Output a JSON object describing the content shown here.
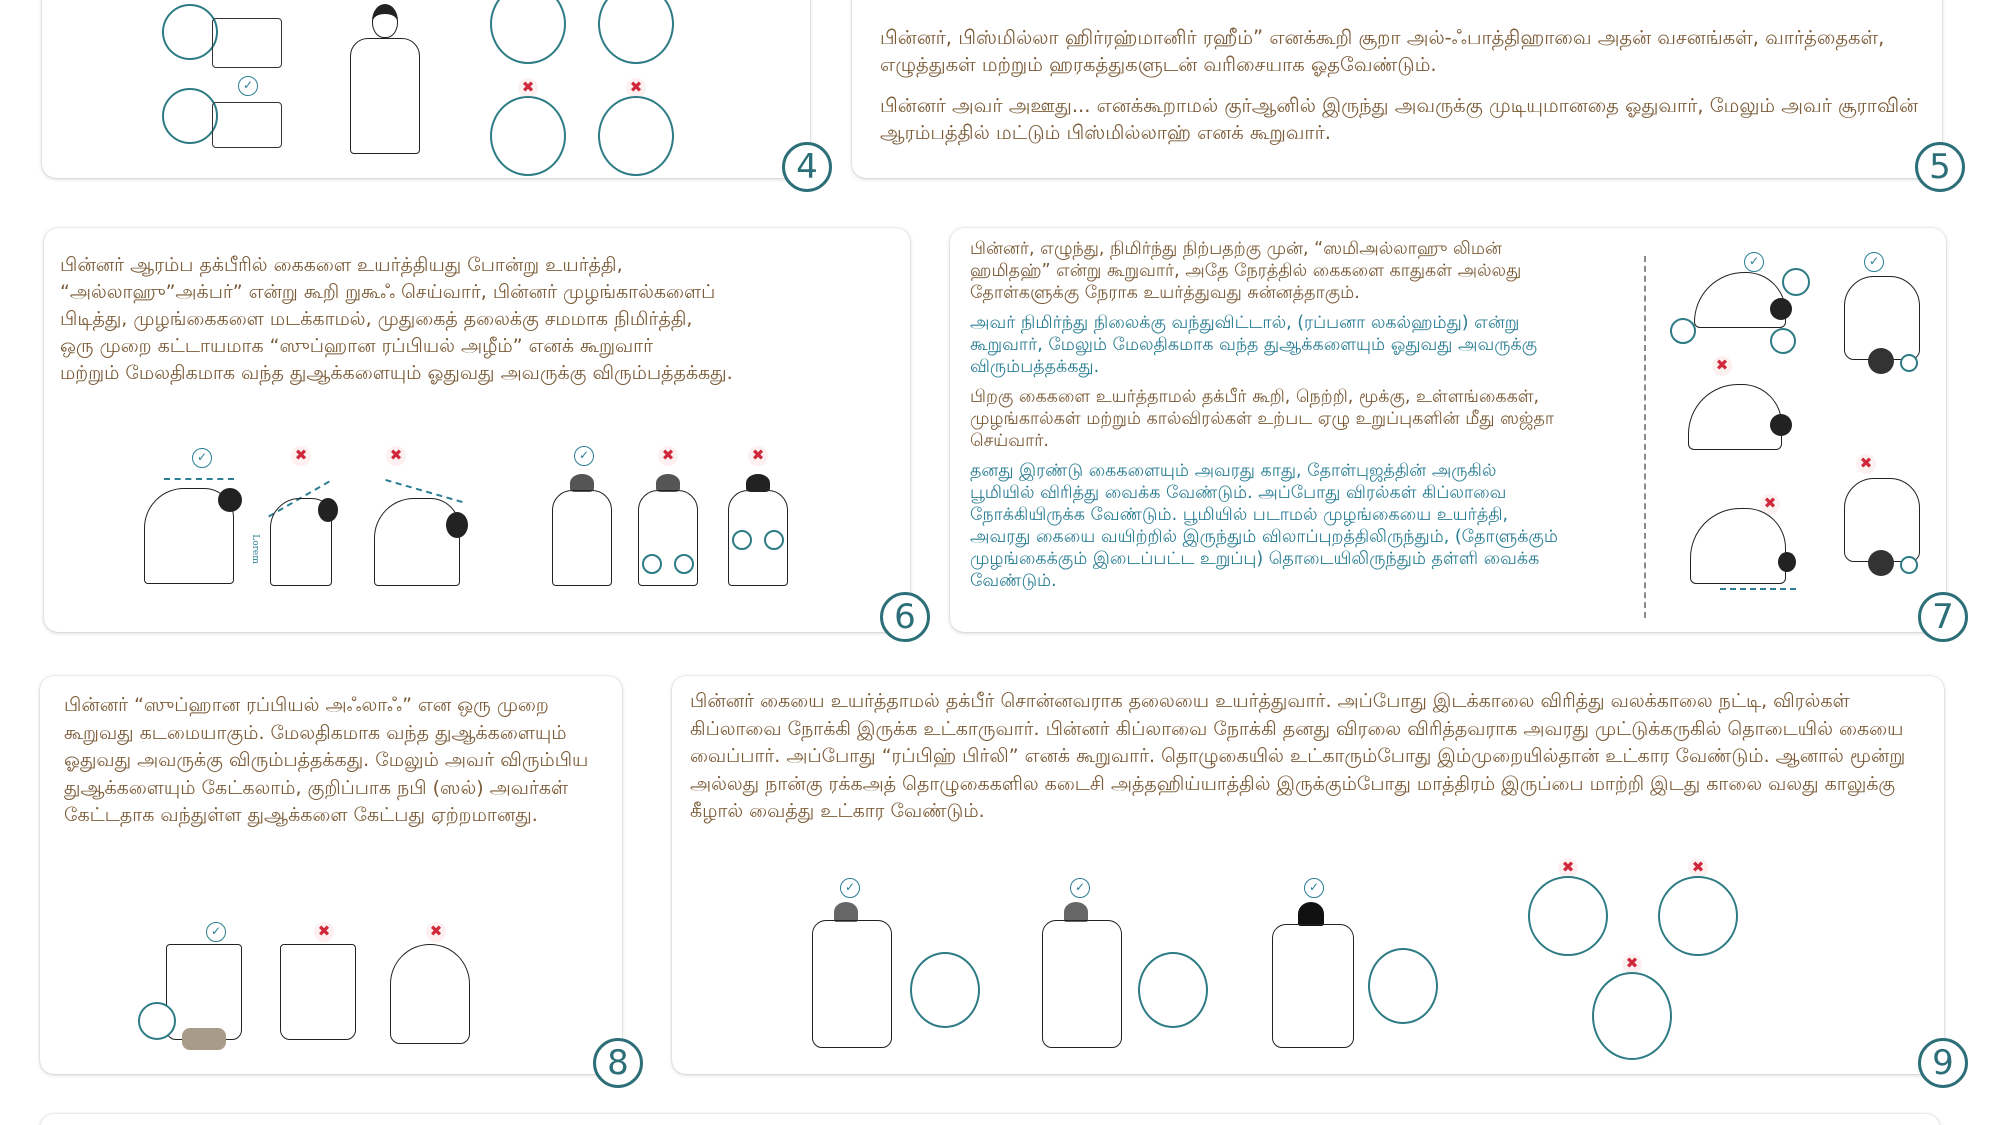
{
  "steps": {
    "step4": {
      "number": "4",
      "figures": [
        {
          "label": "hands-on-chest-correct",
          "mark": "correct"
        },
        {
          "label": "hands-on-chest-correct-2",
          "mark": "correct"
        },
        {
          "label": "arms-at-side",
          "mark": "wrong"
        },
        {
          "label": "hand-position-a",
          "mark": "none"
        },
        {
          "label": "hand-position-b",
          "mark": "none"
        },
        {
          "label": "arms-crossed",
          "mark": "wrong"
        },
        {
          "label": "hand-low",
          "mark": "wrong"
        }
      ]
    },
    "step5": {
      "number": "5",
      "paragraphs": [
        "பின்னர்,  பிஸ்மில்லா ஹிர்ரஹ்மானிர் ரஹீம்” எனக்கூறி சூறா  அல்-ஃபாத்திஹாவை அதன் வசனங்கள், வார்த்தைகள், எழுத்துகள் மற்றும் ஹரகத்துகளுடன் வரிசையாக ஓதவேண்டும்.",
        "பின்னர் அவர் அஊது... எனக்கூறாமல் குர்ஆனில் இருந்து அவருக்கு முடியுமானதை ஓதுவார், மேலும் அவர் சூராவின் ஆரம்பத்தில் மட்டும்  பிஸ்மில்லாஹ் எனக் கூறுவார்."
      ]
    },
    "step6": {
      "number": "6",
      "paragraphs": [
        "பின்னர் ஆரம்ப தக்பீரில் கைகளை உயர்த்தியது போன்று உயர்த்தி, “அல்லாஹு”அக்பர்” என்று கூறி றுகூஃ செய்வார், பின்னர் முழங்கால்களைப் பிடித்து, முழங்கைகளை மடக்காமல், முதுகைத் தலைக்கு சமமாக நிமிர்த்தி, ஒரு முறை கட்டாயமாக “ஸுப்ஹான ரப்பியல் அழீம்” எனக் கூறுவார் மற்றும் மேலதிகமாக வந்த துஆக்களையும் ஓதுவது அவருக்கு விரும்பத்தக்கது."
      ],
      "lines": [
        "பின்னர் ஆரம்ப தக்பீரில் கைகளை உயர்த்தியது போன்று உயர்த்தி,",
        "“அல்லாஹு”அக்பர்” என்று கூறி றுகூஃ செய்வார், பின்னர் முழங்கால்களைப்",
        "பிடித்து, முழங்கைகளை மடக்காமல், முதுகைத் தலைக்கு சமமாக நிமிர்த்தி,",
        "ஒரு முறை கட்டாயமாக “ஸுப்ஹான ரப்பியல் அழீம்” எனக் கூறுவார்",
        "மற்றும் மேலதிகமாக வந்த துஆக்களையும் ஓதுவது அவருக்கு விரும்பத்தக்கது."
      ],
      "figure_marks": [
        "correct",
        "wrong",
        "wrong",
        "correct",
        "wrong",
        "wrong"
      ],
      "figure_caption": "Lorem"
    },
    "step7": {
      "number": "7",
      "paragraphs": [
        {
          "color": "brown",
          "text": "பின்னர், எழுந்து, நிமிர்ந்து நிற்பதற்கு முன், “ஸமிஅல்லாஹு லிமன் ஹமிதஹ்” என்று கூறுவார், அதே நேரத்தில் கைகளை காதுகள் அல்லது தோள்களுக்கு நேராக உயர்த்துவது சுன்னத்தாகும்."
        },
        {
          "color": "teal",
          "text": "அவர் நிமிர்ந்து நிலைக்கு வந்துவிட்டால், (ரப்பனா லகல்ஹம்து) என்று கூறுவார், மேலும் மேலதிகமாக வந்த துஆக்களையும் ஓதுவது அவருக்கு விரும்பத்தக்கது."
        },
        {
          "color": "brown",
          "text": "பிறகு கைகளை உயர்த்தாமல் தக்பீர் கூறி, நெற்றி, மூக்கு, உள்ளங்கைகள், முழங்கால்கள் மற்றும் கால்விரல்கள் உற்பட ஏழு உறுப்புகளின் மீது ஸஜ்தா செய்வார்."
        },
        {
          "color": "teal",
          "text": "தனது இரண்டு கைகளையும் அவரது காது, தோள்புஜத்தின் அருகில் பூமியில் விரித்து வைக்க வேண்டும். அப்போது விரல்கள் கிப்லாவை நோக்கியிருக்க வேண்டும். பூமியில் படாமல் முழங்கையை  உயர்த்தி, அவரது கையை வயிற்றில் இருந்தும் விலாப்புறத்திலிருந்தும், (தோளுக்கும் முழங்கைக்கும் இடைப்பட்ட உறுப்பு) தொடையிலிருந்தும் தள்ளி வைக்க வேண்டும்."
        }
      ],
      "figure_marks": [
        "correct",
        "correct",
        "wrong",
        "wrong",
        "wrong"
      ]
    },
    "step8": {
      "number": "8",
      "paragraphs": [
        "பின்னர் “ஸுப்ஹான ரப்பியல் அஃலாஃ” என ஒரு முறை கூறுவது கடமையாகும். மேலதிகமாக வந்த துஆக்களையும் ஓதுவது அவருக்கு விரும்பத்தக்கது. மேலும் அவர் விரும்பிய துஆக்களையும் கேட்கலாம், குறிப்பாக நபி (ஸல்) அவர்கள் கேட்டதாக வந்துள்ள துஆக்களை கேட்பது ஏற்றமானது."
      ],
      "figure_marks": [
        "correct",
        "wrong",
        "wrong"
      ]
    },
    "step9": {
      "number": "9",
      "paragraphs": [
        "பின்னர் கையை உயர்த்தாமல் தக்பீர் சொன்னவராக தலையை உயர்த்துவார். அப்போது இடக்காலை விரித்து வலக்காலை நட்டி, விரல்கள் கிப்லாவை நோக்கி இருக்க உட்காருவார். பின்னர் கிப்லாவை நோக்கி தனது விரலை விரித்தவராக அவரது முட்டுக்கருகில் தொடையில் கையை வைப்பார். அப்போது  “ரப்பிஹ் பிர்லி” எனக் கூறுவார். தொழுகையில் உட்காரும்போது இம்முறையில்தான் உட்கார வேண்டும். ஆனால் மூன்று அல்லது நான்கு ரக்கஅத் தொழுகைகளில கடைசி அத்தஹிய்யாத்தில் இருக்கும்போது மாத்திரம் இருப்பை மாற்றி இடது காலை வலது காலுக்கு கீழால் வைத்து உட்கார வேண்டும்."
      ],
      "figure_marks": [
        "correct",
        "correct",
        "correct",
        "wrong",
        "wrong",
        "wrong"
      ]
    }
  },
  "marks": {
    "correct": "✓",
    "wrong": "✖"
  },
  "colors": {
    "text_brown": "#7a5a36",
    "text_teal": "#2b7e94",
    "badge_teal": "#2d6f78",
    "wrong_red": "#d0283a"
  }
}
